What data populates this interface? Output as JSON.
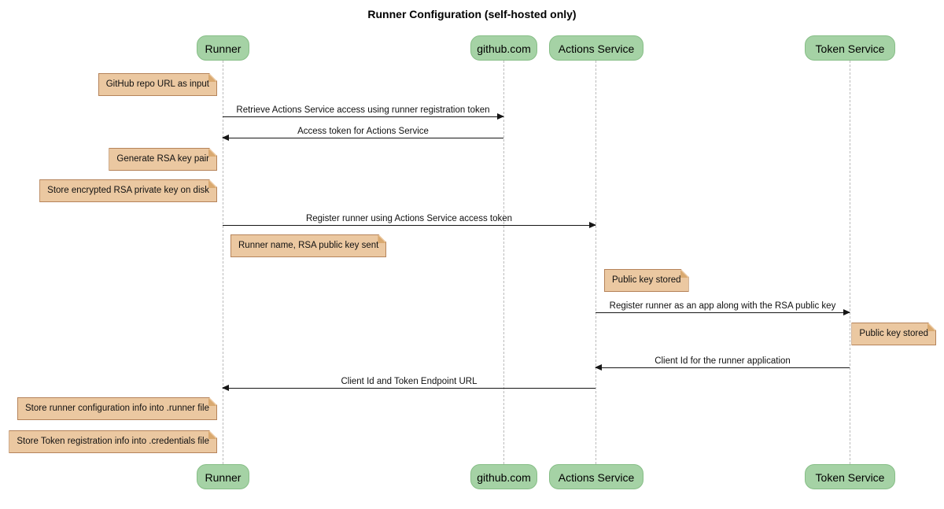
{
  "title": "Runner Configuration (self-hosted only)",
  "participants": [
    {
      "id": "runner",
      "label": "Runner"
    },
    {
      "id": "github",
      "label": "github.com"
    },
    {
      "id": "actions-service",
      "label": "Actions Service"
    },
    {
      "id": "token-service",
      "label": "Token Service"
    }
  ],
  "notes": [
    {
      "text": "GitHub repo URL as input",
      "attached_to": "Runner",
      "side": "left"
    },
    {
      "text": "Generate RSA key pair",
      "attached_to": "Runner",
      "side": "left"
    },
    {
      "text": "Store encrypted RSA private key on disk",
      "attached_to": "Runner",
      "side": "left"
    },
    {
      "text": "Runner name, RSA public key sent",
      "attached_to": "Runner",
      "side": "right"
    },
    {
      "text": "Public key stored",
      "attached_to": "Actions Service",
      "side": "right"
    },
    {
      "text": "Public key stored",
      "attached_to": "Token Service",
      "side": "right"
    },
    {
      "text": "Store runner configuration info into .runner file",
      "attached_to": "Runner",
      "side": "left"
    },
    {
      "text": "Store Token registration info into .credentials file",
      "attached_to": "Runner",
      "side": "left"
    }
  ],
  "messages": [
    {
      "text": "Retrieve Actions Service access using runner registration token",
      "from": "Runner",
      "to": "github.com"
    },
    {
      "text": "Access token for Actions Service",
      "from": "github.com",
      "to": "Runner"
    },
    {
      "text": "Register runner using Actions Service access token",
      "from": "Runner",
      "to": "Actions Service"
    },
    {
      "text": "Register runner as an app along with the RSA public key",
      "from": "Actions Service",
      "to": "Token Service"
    },
    {
      "text": "Client Id for the runner application",
      "from": "Token Service",
      "to": "Actions Service"
    },
    {
      "text": "Client Id and Token Endpoint URL",
      "from": "Actions Service",
      "to": "Runner"
    }
  ],
  "colors": {
    "participant_fill": "#A5D2A5",
    "participant_border": "#86BE86",
    "note_fill": "#EBC8A1",
    "note_border": "#B5835A",
    "note_fold": "#D9A970",
    "lifeline": "#BBBBBB",
    "arrow": "#161616",
    "text": "#111111"
  }
}
